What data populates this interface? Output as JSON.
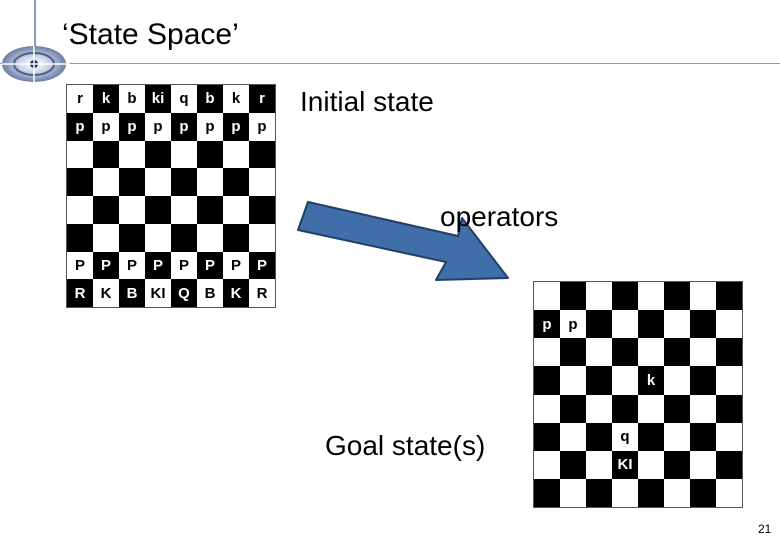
{
  "slide": {
    "title": "‘State Space’",
    "page_number": "21"
  },
  "labels": {
    "initial": "Initial state",
    "operators": "operators",
    "goal": "Goal state(s)"
  },
  "initial_board": [
    [
      "r",
      "k",
      "b",
      "ki",
      "q",
      "b",
      "k",
      "r"
    ],
    [
      "p",
      "p",
      "p",
      "p",
      "p",
      "p",
      "p",
      "p"
    ],
    [
      "",
      "",
      "",
      "",
      "",
      "",
      "",
      ""
    ],
    [
      "",
      "",
      "",
      "",
      "",
      "",
      "",
      ""
    ],
    [
      "",
      "",
      "",
      "",
      "",
      "",
      "",
      ""
    ],
    [
      "",
      "",
      "",
      "",
      "",
      "",
      "",
      ""
    ],
    [
      "P",
      "P",
      "P",
      "P",
      "P",
      "P",
      "P",
      "P"
    ],
    [
      "R",
      "K",
      "B",
      "KI",
      "Q",
      "B",
      "K",
      "R"
    ]
  ],
  "goal_board": [
    [
      "",
      "",
      "",
      "",
      "",
      "",
      "",
      ""
    ],
    [
      "p",
      "p",
      "",
      "",
      "",
      "",
      "",
      ""
    ],
    [
      "",
      "",
      "",
      "",
      "",
      "",
      "",
      ""
    ],
    [
      "",
      "",
      "",
      "",
      "k",
      "",
      "",
      ""
    ],
    [
      "",
      "",
      "",
      "",
      "",
      "",
      "",
      ""
    ],
    [
      "",
      "",
      "",
      "q",
      "",
      "",
      "",
      ""
    ],
    [
      "",
      "",
      "",
      "KI",
      "",
      "",
      "",
      ""
    ],
    [
      "",
      "",
      "",
      "",
      "",
      "",
      "",
      ""
    ]
  ],
  "colors": {
    "dark_square": "#000000",
    "light_square": "#ffffff",
    "arrow_fill": "#3f6ea8",
    "arrow_stroke": "#233f66",
    "accent_lines": "#8a9bb8"
  },
  "icons": {
    "logo": "crosshair-globe-icon",
    "arrow": "arrow-right-down-icon"
  }
}
